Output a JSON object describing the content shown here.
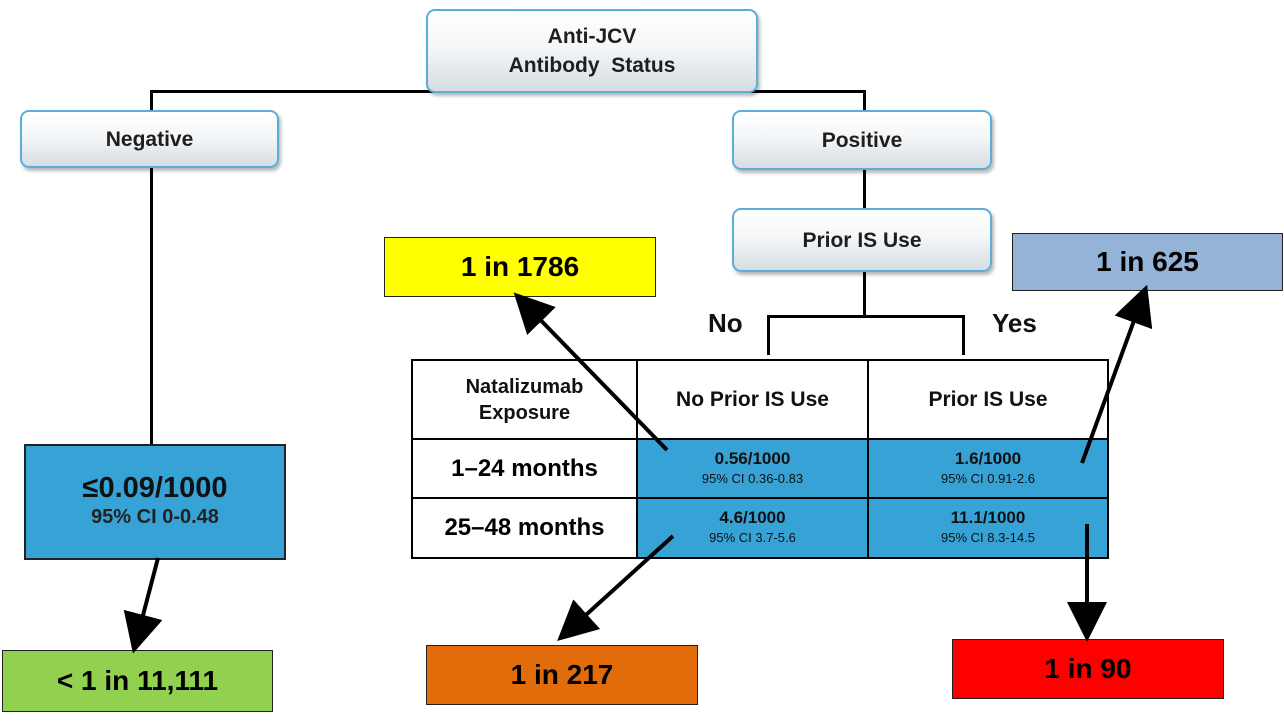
{
  "root": {
    "line1": "Anti-JCV",
    "line2": "Antibody  Status"
  },
  "negative": "Negative",
  "positive": "Positive",
  "prior_is_use": "Prior IS Use",
  "branch_no": "No",
  "branch_yes": "Yes",
  "negative_risk": {
    "value": "≤0.09/1000",
    "ci": "95% CI 0-0.48"
  },
  "table": {
    "corner_line1": "Natalizumab",
    "corner_line2": "Exposure",
    "col_headers": [
      "No Prior IS Use",
      "Prior IS Use"
    ],
    "rows": [
      {
        "label": "1–24 months",
        "cells": [
          {
            "value": "0.56/1000",
            "ci": "95% CI 0.36-0.83"
          },
          {
            "value": "1.6/1000",
            "ci": "95% CI 0.91-2.6"
          }
        ]
      },
      {
        "label": "25–48 months",
        "cells": [
          {
            "value": "4.6/1000",
            "ci": "95% CI 3.7-5.6"
          },
          {
            "value": "11.1/1000",
            "ci": "95% CI 8.3-14.5"
          }
        ]
      }
    ]
  },
  "outcomes": {
    "negative": {
      "text": "< 1 in 11,111",
      "color": "#92d050"
    },
    "no_is_short": {
      "text": "1 in 1786",
      "color": "#ffff00"
    },
    "no_is_long": {
      "text": "1 in 217",
      "color": "#e36c0a"
    },
    "is_short": {
      "text": "1 in 625",
      "color": "#95b3d7"
    },
    "is_long": {
      "text": "1 in 90",
      "color": "#ff0000"
    }
  },
  "colors": {
    "node_border": "#5aaed8",
    "cell_fill": "#37a2d6"
  }
}
